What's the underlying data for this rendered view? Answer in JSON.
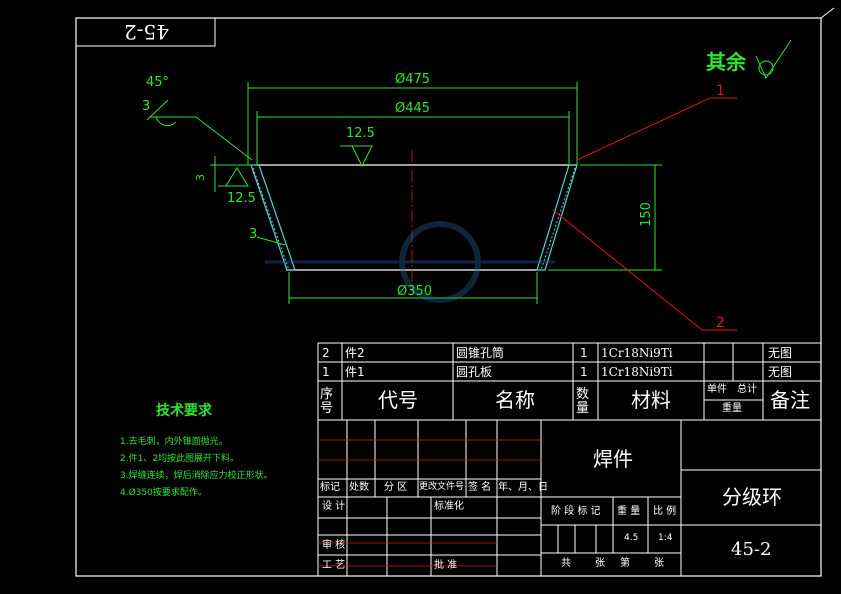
{
  "drawing_code_tag": "45-2",
  "roughness_note": "其余",
  "angle_label": "45°",
  "chamfer_label": "3",
  "dimensions": {
    "top_outer_diameter": "Ø475",
    "top_inner_diameter": "Ø445",
    "bottom_diameter": "Ø350",
    "height": "150",
    "roughness_top": "12.5",
    "roughness_left": "12.5",
    "thickness_left": "3",
    "wall_thickness": "3"
  },
  "leaders": [
    "1",
    "2"
  ],
  "tech_requirements": {
    "title": "技术要求",
    "items": [
      "1.去毛刺，内外锥面抛光。",
      "2.件1、2均按此图展开下料。",
      "3.焊缝连续，焊后消除应力校正形状。",
      "4.Ø350按要求配作。"
    ]
  },
  "parts_list": {
    "rows": [
      {
        "seq": "2",
        "code": "件2",
        "name": "圆锥孔筒",
        "qty": "1",
        "material": "1Cr18Ni9Ti",
        "remark": "无图"
      },
      {
        "seq": "1",
        "code": "件1",
        "name": "圆孔板",
        "qty": "1",
        "material": "1Cr18Ni9Ti",
        "remark": "无图"
      }
    ],
    "headers": {
      "seq": "序号",
      "code": "代号",
      "name": "名称",
      "qty": "数量",
      "material": "材料",
      "unit": "单件",
      "total": "总计",
      "weight": "重量",
      "remark": "备注"
    }
  },
  "title_block": {
    "material_field": "焊件",
    "part_name": "分级环",
    "drawing_number": "45-2",
    "weight": "4.5",
    "scale": "1:4",
    "revision_labels": [
      "标记",
      "处数",
      "分 区",
      "更改文件号",
      "签 名",
      "年、月、日"
    ],
    "role_labels": [
      "设 计",
      "标准化",
      "审 核",
      "工 艺",
      "批 准"
    ],
    "stage_labels": [
      "阶 段 标 记",
      "重 量",
      "比 例"
    ],
    "sheet_labels": [
      "共",
      "张",
      "第",
      "张"
    ]
  },
  "colors": {
    "background": "#000000",
    "line": "#ffffff",
    "dimension": "#2ee52e",
    "leader": "#d91a1a",
    "hatch": "#5ad2d2",
    "hidden_line": "#d91a1a"
  }
}
